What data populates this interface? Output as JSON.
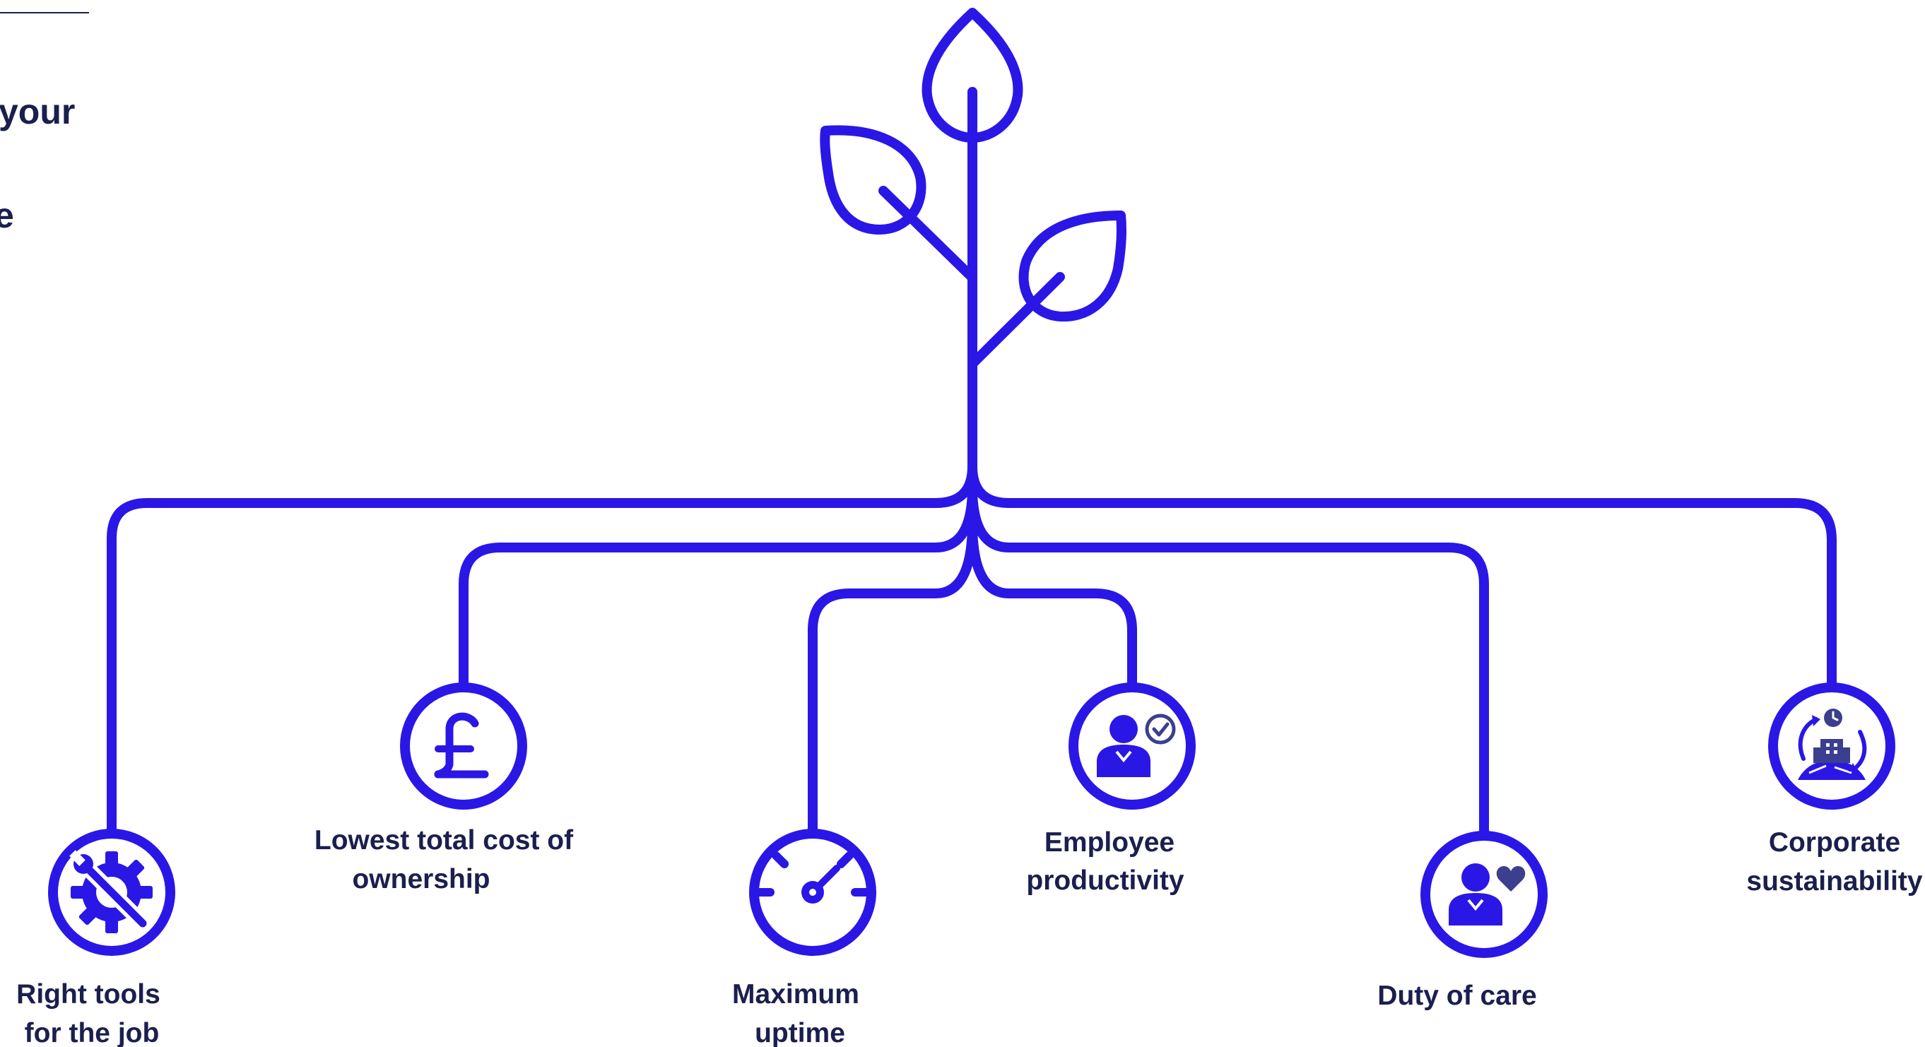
{
  "side_text": {
    "line1": "your",
    "line2": "e"
  },
  "nodes": [
    {
      "id": "right-tools",
      "icon": "gear-wrench-icon",
      "label_lines": [
        "Right tools",
        " for the job"
      ]
    },
    {
      "id": "lowest-cost",
      "icon": "pound-icon",
      "label_lines": [
        "Lowest total cost of",
        "ownership"
      ]
    },
    {
      "id": "max-uptime",
      "icon": "speedometer-icon",
      "label_lines": [
        "Maximum",
        "uptime"
      ]
    },
    {
      "id": "employee-productivity",
      "icon": "person-check-icon",
      "label_lines": [
        "Employee",
        "productivity"
      ]
    },
    {
      "id": "duty-of-care",
      "icon": "person-heart-icon",
      "label_lines": [
        "Duty of care"
      ]
    },
    {
      "id": "corporate-sustainability",
      "icon": "globe-building-cycle-icon",
      "label_lines": [
        "Corporate",
        "sustainability"
      ]
    }
  ],
  "colors": {
    "primary": "#2a17e6",
    "text": "#1a1f4e",
    "icon_accent": "#3c3f8e"
  }
}
